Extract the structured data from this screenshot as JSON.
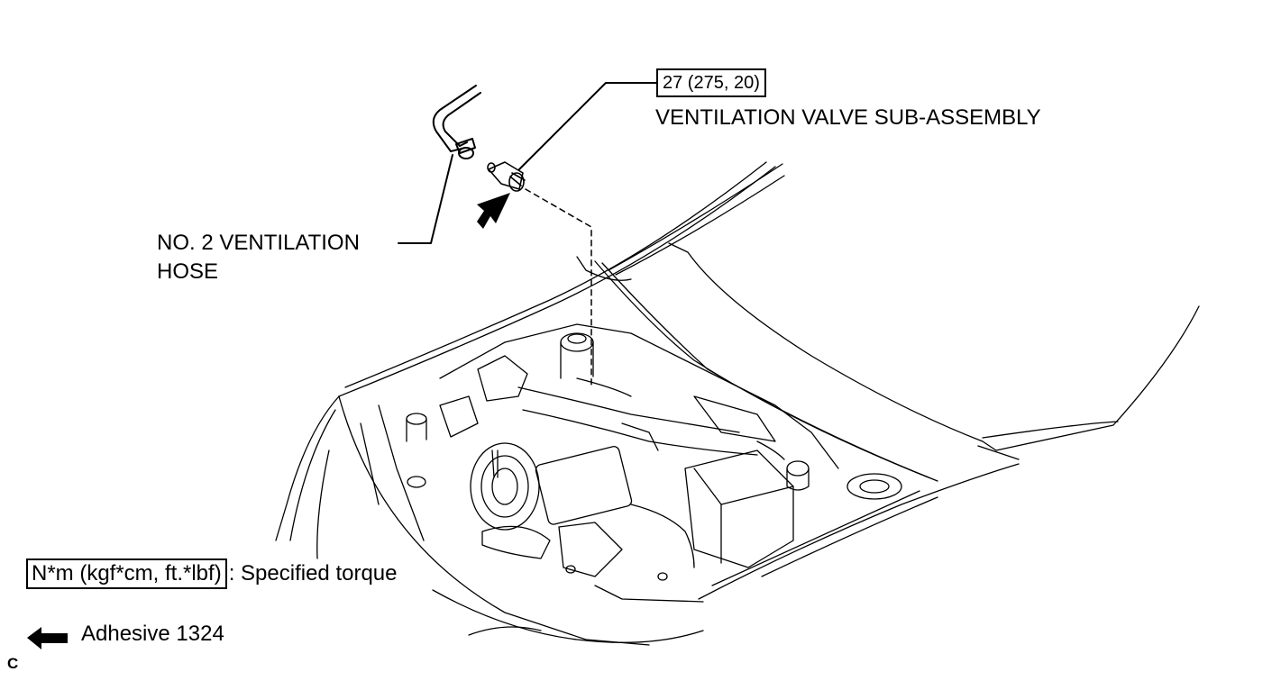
{
  "callouts": {
    "torque_value": "27 (275, 20)",
    "valve_name": "VENTILATION VALVE SUB-ASSEMBLY",
    "hose_name_line1": "NO. 2 VENTILATION",
    "hose_name_line2": "HOSE"
  },
  "legend": {
    "torque_units": "N*m (kgf*cm, ft.*lbf)",
    "torque_desc": ": Specified torque",
    "adhesive": "Adhesive 1324"
  },
  "corner_code": "C",
  "colors": {
    "ink": "#000000",
    "paper": "#ffffff"
  },
  "icons": {
    "adhesive_marker": "arrow-left-filled",
    "apply_marker": "arrow-up-right-filled"
  }
}
